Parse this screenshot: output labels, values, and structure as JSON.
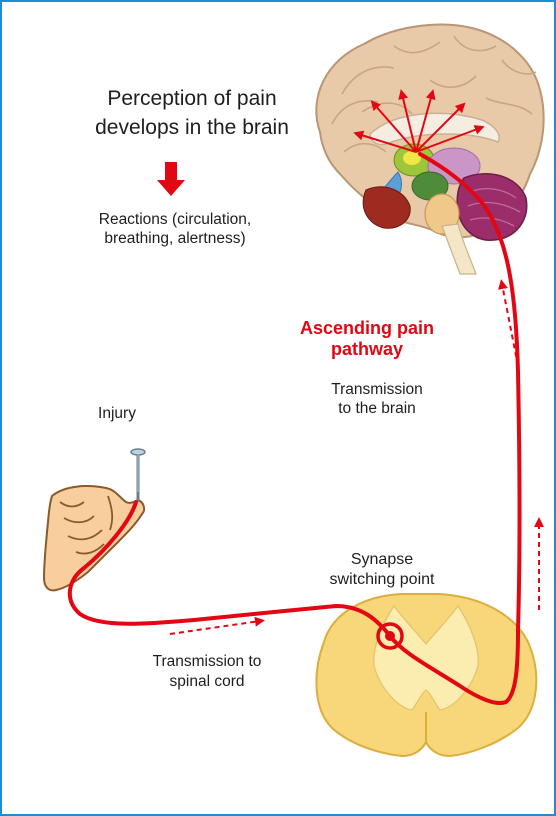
{
  "labels": {
    "perception_line1": "Perception of pain",
    "perception_line2": "develops in the brain",
    "reactions_line1": "Reactions (circulation,",
    "reactions_line2": "breathing, alertness)",
    "ascending_line1": "Ascending pain",
    "ascending_line2": "pathway",
    "to_brain_line1": "Transmission",
    "to_brain_line2": "to the brain",
    "injury": "Injury",
    "synapse_line1": "Synapse",
    "synapse_line2": "switching point",
    "to_cord_line1": "Transmission to",
    "to_cord_line2": "spinal cord"
  },
  "colors": {
    "frame": "#1a8fd6",
    "pathway": "#e30613",
    "brain_cortex": "#e8c9a8",
    "spinal_cord": "#f7d77a",
    "skin": "#f8cf9c"
  }
}
